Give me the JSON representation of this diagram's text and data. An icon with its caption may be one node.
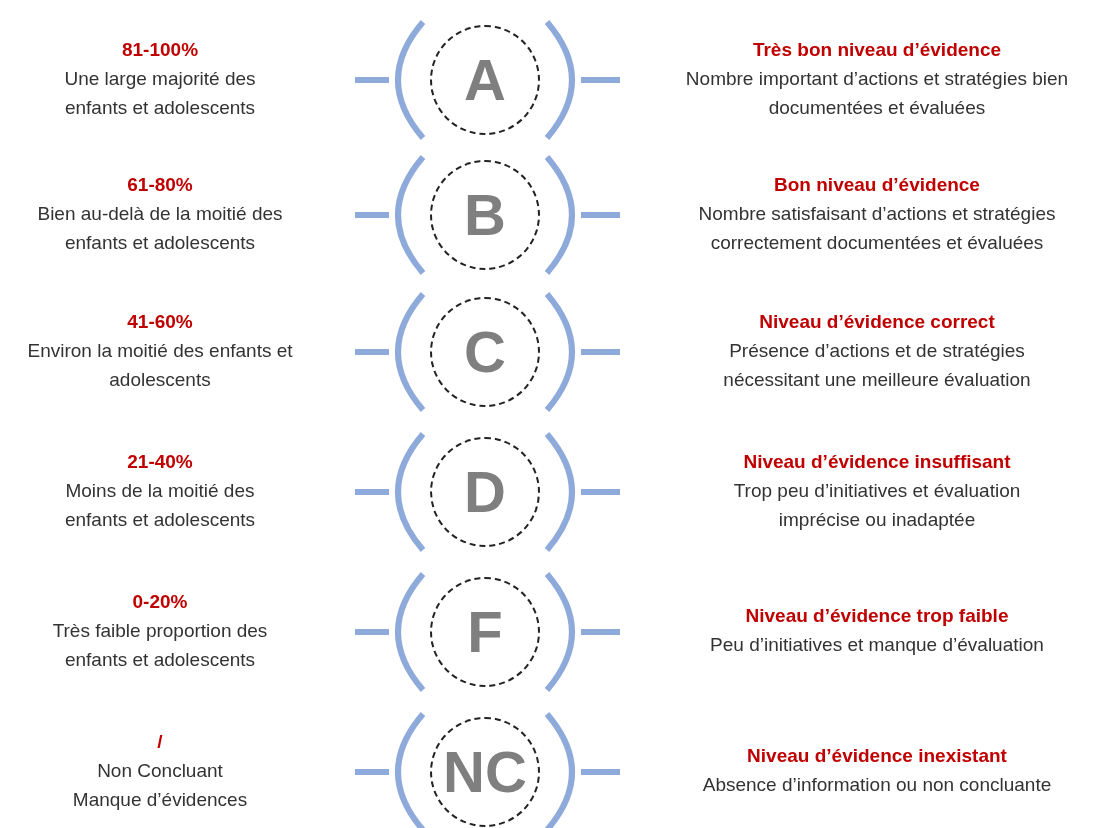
{
  "diagram": {
    "nodes": [
      {
        "text": [
          "A"
        ],
        "beside": [
          "81-100%",
          "Une large majorité des enfants et adolescents",
          "Très bon niveau d’évidence",
          "Nombre important d’actions et stratégies bien documentées et évaluées"
        ]
      },
      {
        "text": [
          "B"
        ],
        "beside": [
          "61-80%",
          "Bien au-delà de la moitié des enfants et adolescents",
          "Bon niveau d’évidence",
          "Nombre satisfaisant d’actions et stratégies correctement documentées et évaluées"
        ]
      },
      {
        "text": [
          "C"
        ],
        "beside": [
          "41-60%",
          "Environ la moitié des enfants et adolescents",
          "Niveau d’évidence correct",
          "Présence d’actions et de stratégies nécessitant une meilleure évaluation"
        ]
      },
      {
        "text": [
          "D"
        ],
        "beside": [
          "21-40%",
          "Moins de la moitié des enfants et adolescents",
          "Niveau d’évidence insuffisant",
          "Trop peu d’initiatives et évaluation imprécise ou inadaptée"
        ]
      },
      {
        "text": [
          "F"
        ],
        "beside": [
          "0-20%",
          "Très faible proportion des enfants et adolescents",
          "Niveau d’évidence trop faible",
          "Peu d’initiatives et manque d’évaluation"
        ]
      },
      {
        "text": [
          "NC"
        ],
        "beside": [
          "/",
          "Non Concluant Manque d’évidences",
          "Niveau d’évidence inexistant",
          "Absence d’information ou non concluante"
        ]
      }
    ]
  }
}
